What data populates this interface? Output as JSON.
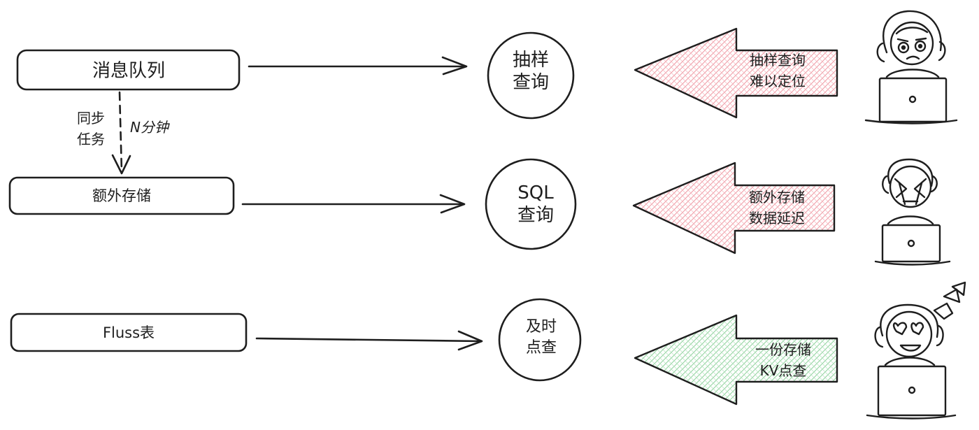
{
  "rows": [
    {
      "source": "消息队列",
      "query": [
        "抽样",
        "查询"
      ],
      "feedback": [
        "抽样查询",
        "难以定位"
      ],
      "feedback_color": "#f7c7cc",
      "person_mood": "sad"
    },
    {
      "source": "额外存储",
      "query": [
        "SQL",
        "查询"
      ],
      "feedback": [
        "额外存储",
        "数据延迟"
      ],
      "feedback_color": "#f7c7cc",
      "person_mood": "frustrated"
    },
    {
      "source": "Fluss表",
      "query": [
        "及时",
        "点查"
      ],
      "feedback": [
        "一份存储",
        "KV点查"
      ],
      "feedback_color": "#c9ecd0",
      "person_mood": "happy"
    }
  ],
  "sync_edge": {
    "left_label": [
      "同步",
      "任务"
    ],
    "right_label": "N分钟"
  },
  "stroke_color": "#1e1e1e"
}
